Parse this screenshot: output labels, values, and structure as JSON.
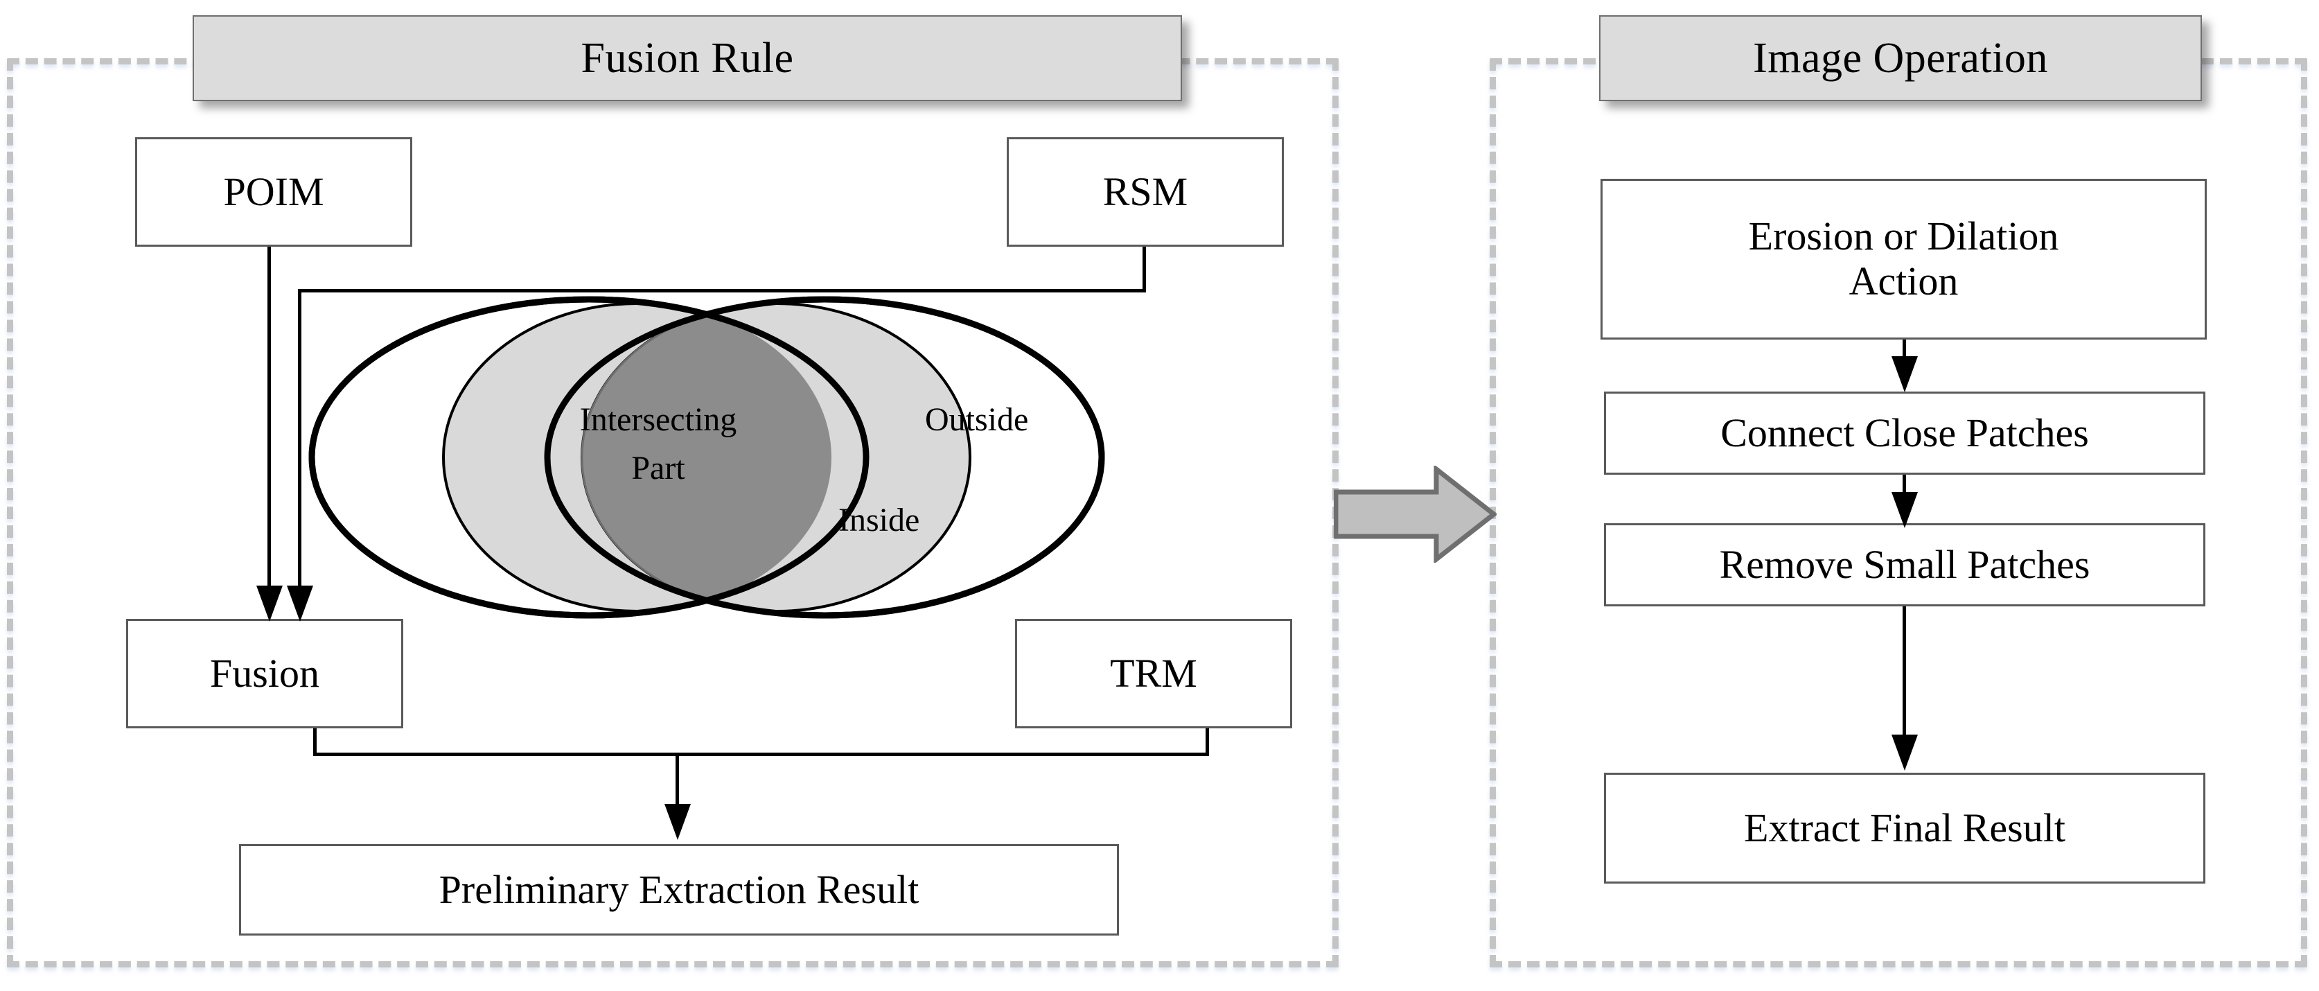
{
  "diagram": {
    "title": "Fusion Rule and Image Operation flowchart",
    "colors": {
      "frame_dash": "#c4c4c4",
      "banner_fill": "#dcdcdc",
      "banner_border": "#6f6f6f",
      "node_border": "#5a5a5a",
      "node_fill": "#ffffff",
      "outer_ellipse_stroke": "#000000",
      "inner_ellipse_fill": "#d9d9d9",
      "intersection_fill": "#8c8c8c",
      "block_arrow_fill": "#bfbfbf",
      "block_arrow_stroke": "#6f6f6f",
      "connector": "#000000"
    }
  },
  "left_panel": {
    "banner_label": "Fusion Rule",
    "nodes": {
      "poim": "POIM",
      "rsm": "RSM",
      "fusion": "Fusion",
      "trm": "TRM",
      "result": "Preliminary Extraction Result"
    },
    "venn": {
      "intersection_line1": "Intersecting",
      "intersection_line2": "Part",
      "outside_label": "Outside",
      "inside_label": "Inside"
    }
  },
  "right_panel": {
    "banner_label": "Image Operation",
    "steps": [
      {
        "line1": "Erosion or Dilation",
        "line2": "Action"
      },
      {
        "line1": "Connect Close Patches",
        "line2": ""
      },
      {
        "line1": "Remove Small Patches",
        "line2": ""
      },
      {
        "line1": "Extract Final Result",
        "line2": ""
      }
    ]
  },
  "transition": {
    "arrow_name": "right-block-arrow"
  }
}
